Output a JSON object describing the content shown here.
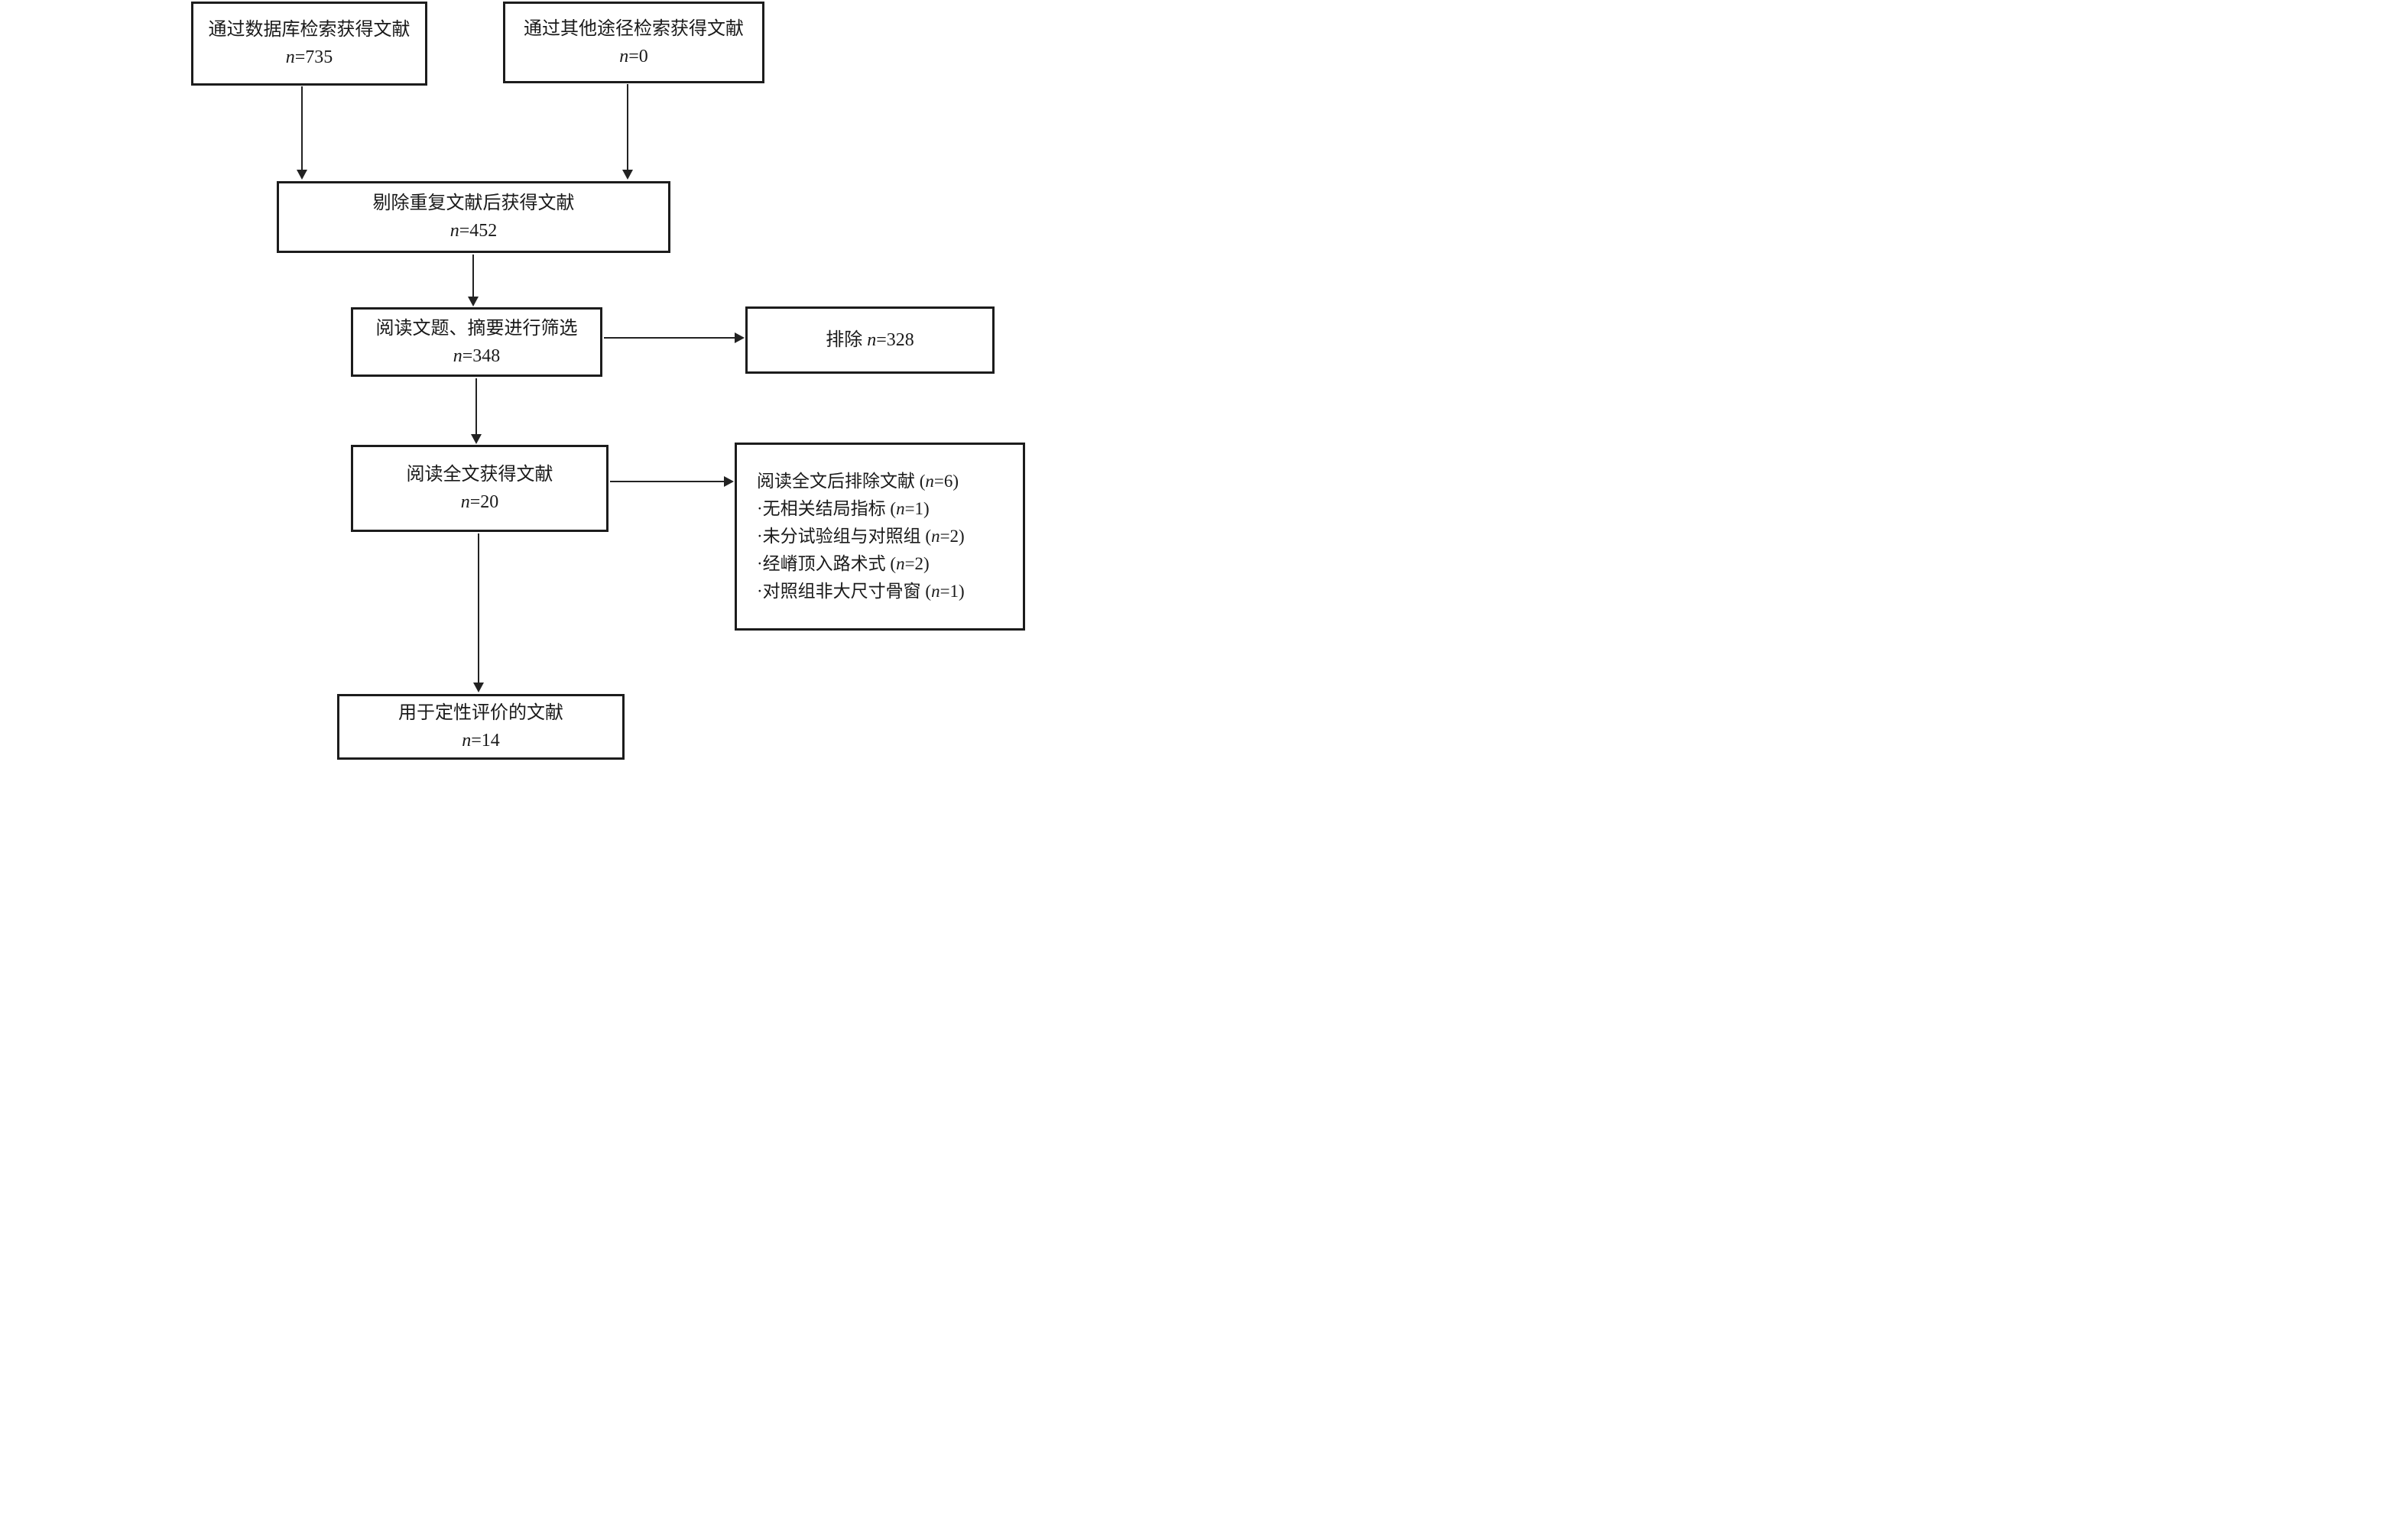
{
  "figure": {
    "type": "literature-screening-flowchart",
    "background_color": "#ffffff",
    "line_color": "#222222",
    "border_color": "#1c1c1c"
  },
  "boxes": {
    "db_search": {
      "label": "通过数据库检索获得文献",
      "count": "n=735"
    },
    "other_search": {
      "label": "通过其他途径检索获得文献",
      "count": "n=0"
    },
    "dedup": {
      "label": "剔除重复文献后获得文献",
      "count": "n=452"
    },
    "title_abstract": {
      "label": "阅读文题、摘要进行筛选",
      "count": "n=348"
    },
    "excluded": {
      "label": "排除 n=328"
    },
    "fulltext": {
      "label": "阅读全文获得文献",
      "count": "n=20"
    },
    "fulltext_excluded": {
      "lines": [
        "阅读全文后排除文献 (n=6)",
        "·无相关结局指标 (n=1)",
        "·未分试验组与对照组 (n=2)",
        "·经嵴顶入路术式 (n=2)",
        "·对照组非大尺寸骨窗 (n=1)"
      ]
    },
    "qualitative": {
      "label": "用于定性评价的文献",
      "count": "n=14"
    }
  }
}
